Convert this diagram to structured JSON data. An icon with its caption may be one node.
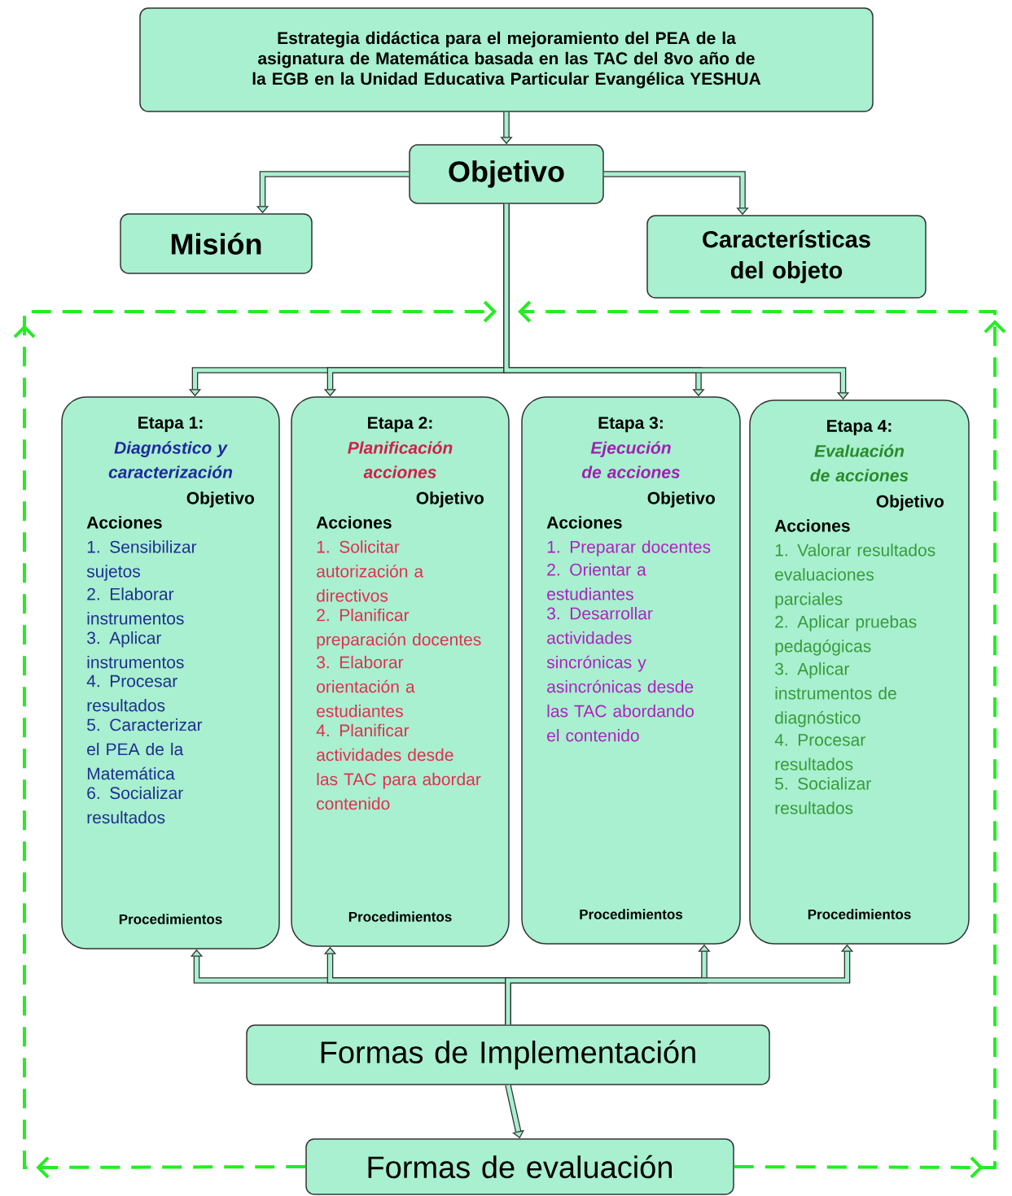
{
  "diagram": {
    "nodes": [
      {
        "text": [
          "Estrategia didáctica para el mejoramiento del PEA de la asignatura de Matemática basada en las TAC del 8vo año de la EGB en la Unidad Educativa Particular Evangélica YESHUA"
        ]
      },
      {
        "text": [
          "Objetivo"
        ]
      },
      {
        "text": [
          "Misión"
        ]
      },
      {
        "text": [
          "Características del objeto"
        ]
      },
      {
        "text": [
          "Etapa 1:",
          "Diagnóstico y caracterización",
          "Objetivo",
          "Acciones",
          "1. Sensibilizar sujetos",
          "2. Elaborar instrumentos",
          "3. Aplicar instrumentos",
          "4. Procesar resultados",
          "5. Caracterizar el PEA de la Matemática",
          "6. Socializar resultados",
          "Procedimientos"
        ]
      },
      {
        "text": [
          "Etapa 2:",
          "Planificación acciones",
          "Objetivo",
          "Acciones",
          "1. Solicitar autorización a directivos",
          "2. Planificar preparación docentes",
          "3. Elaborar orientación a estudiantes",
          "4. Planificar actividades desde las TAC para abordar contenido",
          "Procedimientos"
        ]
      },
      {
        "text": [
          "Etapa 3:",
          "Ejecución de acciones",
          "Objetivo",
          "Acciones",
          "1. Preparar docentes",
          "2. Orientar a estudiantes",
          "3. Desarrollar actividades sincrónicas y asincrónicas desde las TAC abordando el contenido",
          "Procedimientos"
        ]
      },
      {
        "text": [
          "Etapa 4:",
          "Evaluación de acciones",
          "Objetivo",
          "Acciones",
          "1. Valorar resultados evaluaciones parciales",
          "2. Aplicar pruebas pedagógicas",
          "3. Aplicar instrumentos de diagnóstico",
          "4. Procesar resultados",
          "5. Socializar resultados",
          "Procedimientos"
        ]
      },
      {
        "text": [
          "Formas de Implementación"
        ]
      },
      {
        "text": [
          "Formas de evaluación"
        ]
      }
    ],
    "edges": [
      {
        "from": 0,
        "to": 1,
        "arrow": "to"
      },
      {
        "from": 1,
        "to": 2,
        "arrow": "to"
      },
      {
        "from": 1,
        "to": 3,
        "arrow": "to"
      },
      {
        "from": 1,
        "to": 4,
        "arrow": "to"
      },
      {
        "from": 1,
        "to": 5,
        "arrow": "to"
      },
      {
        "from": 1,
        "to": 6,
        "arrow": "to"
      },
      {
        "from": 1,
        "to": 7,
        "arrow": "to"
      },
      {
        "from": 8,
        "to": 4,
        "arrow": "to"
      },
      {
        "from": 8,
        "to": 5,
        "arrow": "to"
      },
      {
        "from": 8,
        "to": 6,
        "arrow": "to"
      },
      {
        "from": 8,
        "to": 7,
        "arrow": "to"
      },
      {
        "from": 8,
        "to": 9,
        "arrow": "to"
      },
      {
        "from": 9,
        "to": null,
        "arrow": "to",
        "style": "dashed",
        "color": "#22ee22"
      },
      {
        "from": 9,
        "to": null,
        "arrow": "to",
        "style": "dashed",
        "color": "#22ee22"
      }
    ]
  }
}
